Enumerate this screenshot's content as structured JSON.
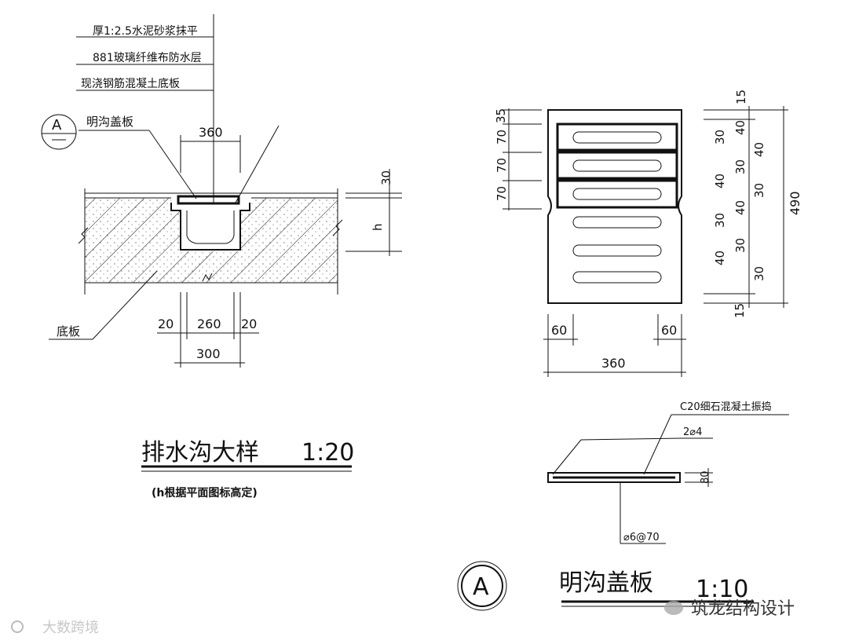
{
  "left_detail": {
    "layer_labels": [
      "厚1:2.5水泥砂浆抹平",
      "881玻璃纤维布防水层",
      "现浇钢筋混凝土底板"
    ],
    "section_marker": "A",
    "cover_label": "明沟盖板",
    "dim_top": "360",
    "dim_30": "30",
    "dim_h": "h",
    "dim_bottom": [
      "20",
      "260",
      "20"
    ],
    "dim_total": "300",
    "base_label": "底板",
    "title": "排水沟大样",
    "scale": "1:20",
    "note": "(h根据平面图标高定)"
  },
  "right_detail": {
    "left_dims": [
      "35",
      "70",
      "70",
      "70"
    ],
    "right_dims_a": [
      "15",
      "40",
      "40",
      "40",
      "40",
      "40",
      "15"
    ],
    "right_dims_b": [
      "30",
      "30",
      "30",
      "30",
      "30",
      "30"
    ],
    "right_total": "490",
    "bottom_dims": [
      "60",
      "60"
    ],
    "bottom_total": "360",
    "section_concrete": "C20细石混凝土振捣",
    "section_rebar": "2⌀4",
    "section_thickness": "80",
    "section_stirrup": "⌀6@70",
    "marker": "A",
    "title": "明沟盖板",
    "scale": "1:10"
  },
  "watermarks": {
    "bottom_left": "大数跨境",
    "bottom_right": "筑龙结构设计"
  }
}
